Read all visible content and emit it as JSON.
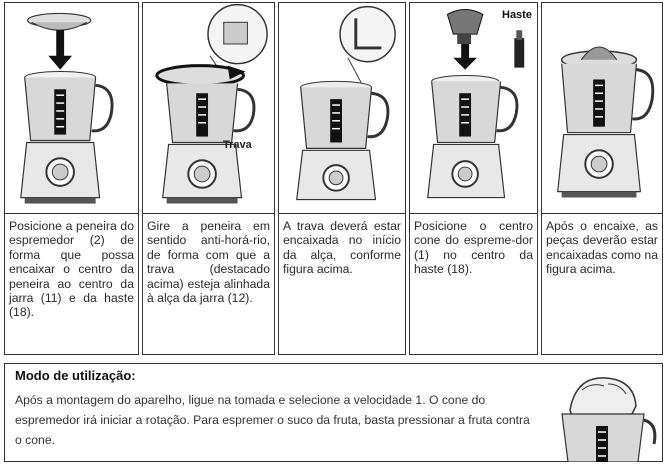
{
  "steps": [
    {
      "caption": "Posicione a peneira do espremedor (2) de forma que possa encaixar o centro da peneira ao centro da jarra (11) e da haste (18)."
    },
    {
      "caption": "Gire a peneira em sentido anti-horá-rio, de forma com que a trava (destacado acima) esteja alinhada à alça da jarra (12).",
      "label": "Trava"
    },
    {
      "caption": "A trava deverá estar encaixada no início da alça, conforme figura acima."
    },
    {
      "caption": "Posicione o centro cone do espreme-dor (1) no centro da haste (18).",
      "label": "Haste"
    },
    {
      "caption": "Após o encaixe, as peças deverão estar encaixadas como na figura acima."
    }
  ],
  "usage": {
    "title": "Modo de utilização:",
    "text": "Após a montagem do aparelho, ligue na tomada e selecione a velocidade 1. O cone do espremedor irá iniciar a rotação. Para espremer o suco da fruta, basta pressionar  a fruta contra o cone."
  },
  "colors": {
    "border": "#333333",
    "accent": "#111111",
    "metal": "#9a9a9a"
  }
}
